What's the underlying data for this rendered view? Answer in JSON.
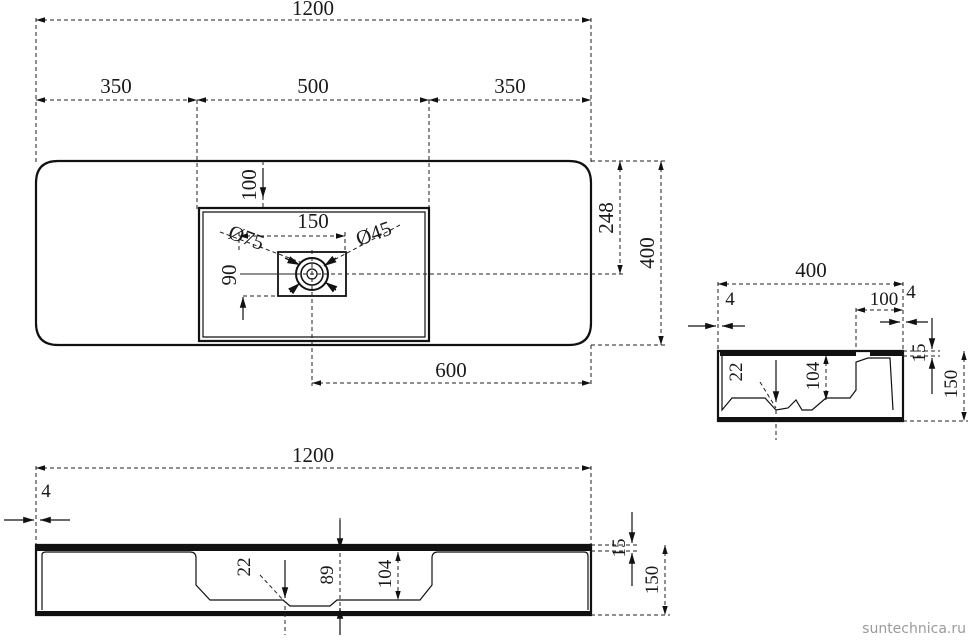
{
  "top_view": {
    "overall_width": "1200",
    "left_segment": "350",
    "middle_segment": "500",
    "right_segment": "350",
    "bowl_offset": "100",
    "bowl_depth": "248",
    "overall_depth": "400",
    "tap_hole_diameter": "Ø75",
    "drain_spacing": "150",
    "drain_diameter": "Ø45",
    "drain_height": "90",
    "drain_offset": "600"
  },
  "side_view": {
    "overall_depth": "400",
    "rim_thickness": "4",
    "shelf_width": "100",
    "rim_thickness_right": "4",
    "wall_thickness": "22",
    "bowl_depth": "104",
    "top_thickness": "15",
    "overall_height": "150"
  },
  "front_view": {
    "overall_width": "1200",
    "rim_thickness": "4",
    "wall_thickness": "22",
    "drain_depth": "89",
    "bowl_depth": "104",
    "top_thickness": "15",
    "overall_height": "150"
  },
  "watermark": "suntechnica.ru"
}
